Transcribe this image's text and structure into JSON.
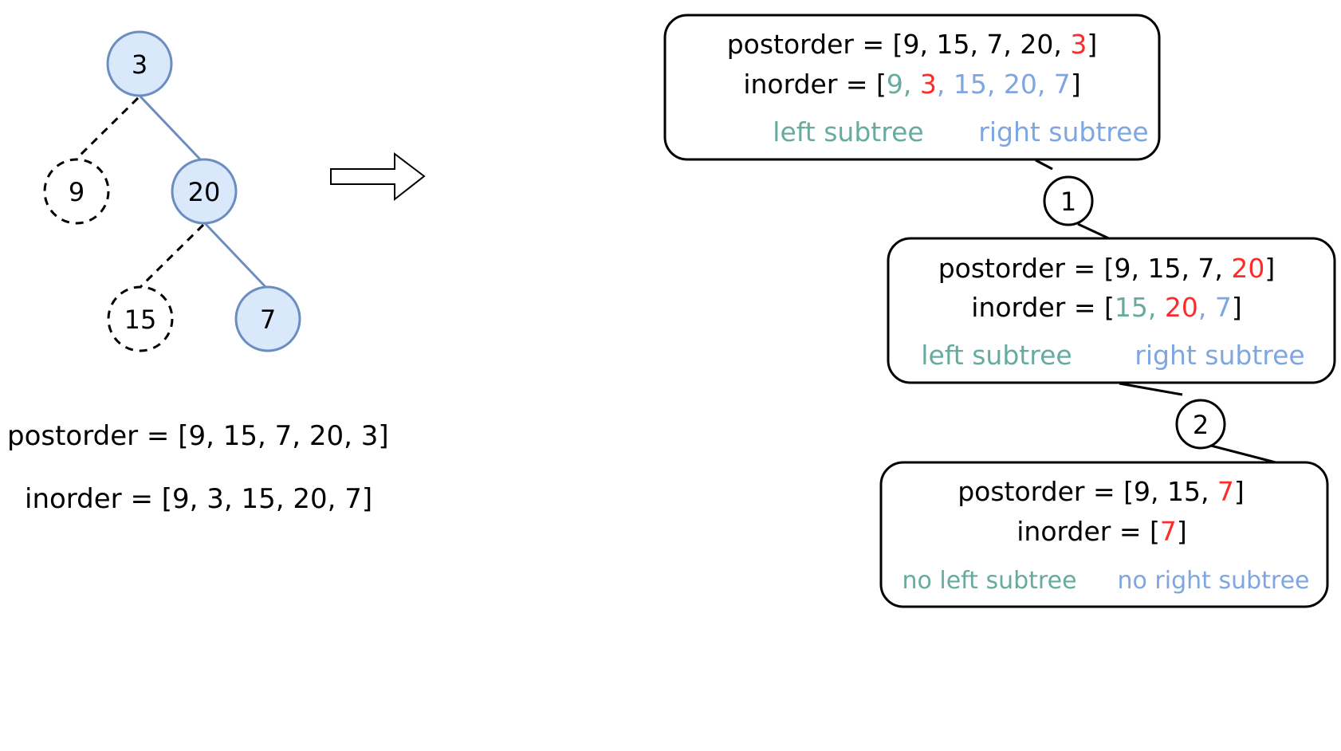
{
  "colors": {
    "node_fill": "#dae8fc",
    "node_stroke": "#6c8ebf",
    "edge": "#6c8ebf",
    "root_highlight": "#ff2a2a",
    "left_color": "#67ab9f",
    "right_color": "#7ea6e0",
    "text": "#000000"
  },
  "tree": {
    "nodes": [
      {
        "id": "n3",
        "label": "3",
        "style": "solid"
      },
      {
        "id": "n9",
        "label": "9",
        "style": "dashed"
      },
      {
        "id": "n20",
        "label": "20",
        "style": "solid"
      },
      {
        "id": "n15",
        "label": "15",
        "style": "dashed"
      },
      {
        "id": "n7",
        "label": "7",
        "style": "solid"
      }
    ],
    "edges": [
      {
        "from": "n3",
        "to": "n9",
        "style": "dashed"
      },
      {
        "from": "n3",
        "to": "n20",
        "style": "solid"
      },
      {
        "from": "n20",
        "to": "n15",
        "style": "dashed"
      },
      {
        "from": "n20",
        "to": "n7",
        "style": "solid"
      }
    ]
  },
  "left_text": {
    "postorder": "postorder = [9, 15, 7, 20, 3]",
    "inorder": "inorder = [9, 3, 15, 20, 7]"
  },
  "arrow_icon": "right-arrow-icon",
  "boxes": [
    {
      "postorder_prefix": "postorder = [9, 15, 7, 20, ",
      "postorder_root": "3",
      "postorder_suffix": "]",
      "inorder_prefix": "inorder = [",
      "inorder_left": "9",
      "inorder_sep1": ", ",
      "inorder_root": "3",
      "inorder_right": ", 15, 20, 7",
      "inorder_suffix": "]",
      "left_label": "left subtree",
      "right_label": "right subtree"
    },
    {
      "postorder_prefix": "postorder = [9, 15, 7, ",
      "postorder_root": "20",
      "postorder_suffix": "]",
      "inorder_prefix": "inorder = [",
      "inorder_left": "15",
      "inorder_sep1": ", ",
      "inorder_root": "20",
      "inorder_right": ", 7",
      "inorder_suffix": "]",
      "left_label": "left subtree",
      "right_label": "right subtree"
    },
    {
      "postorder_prefix": "postorder = [9, 15, ",
      "postorder_root": "7",
      "postorder_suffix": "]",
      "inorder_prefix": "inorder = [",
      "inorder_left": "",
      "inorder_sep1": "",
      "inorder_root": "7",
      "inorder_right": "",
      "inorder_suffix": "]",
      "left_label": "no left subtree",
      "right_label": "no right subtree"
    }
  ],
  "steps": [
    "1",
    "2"
  ]
}
